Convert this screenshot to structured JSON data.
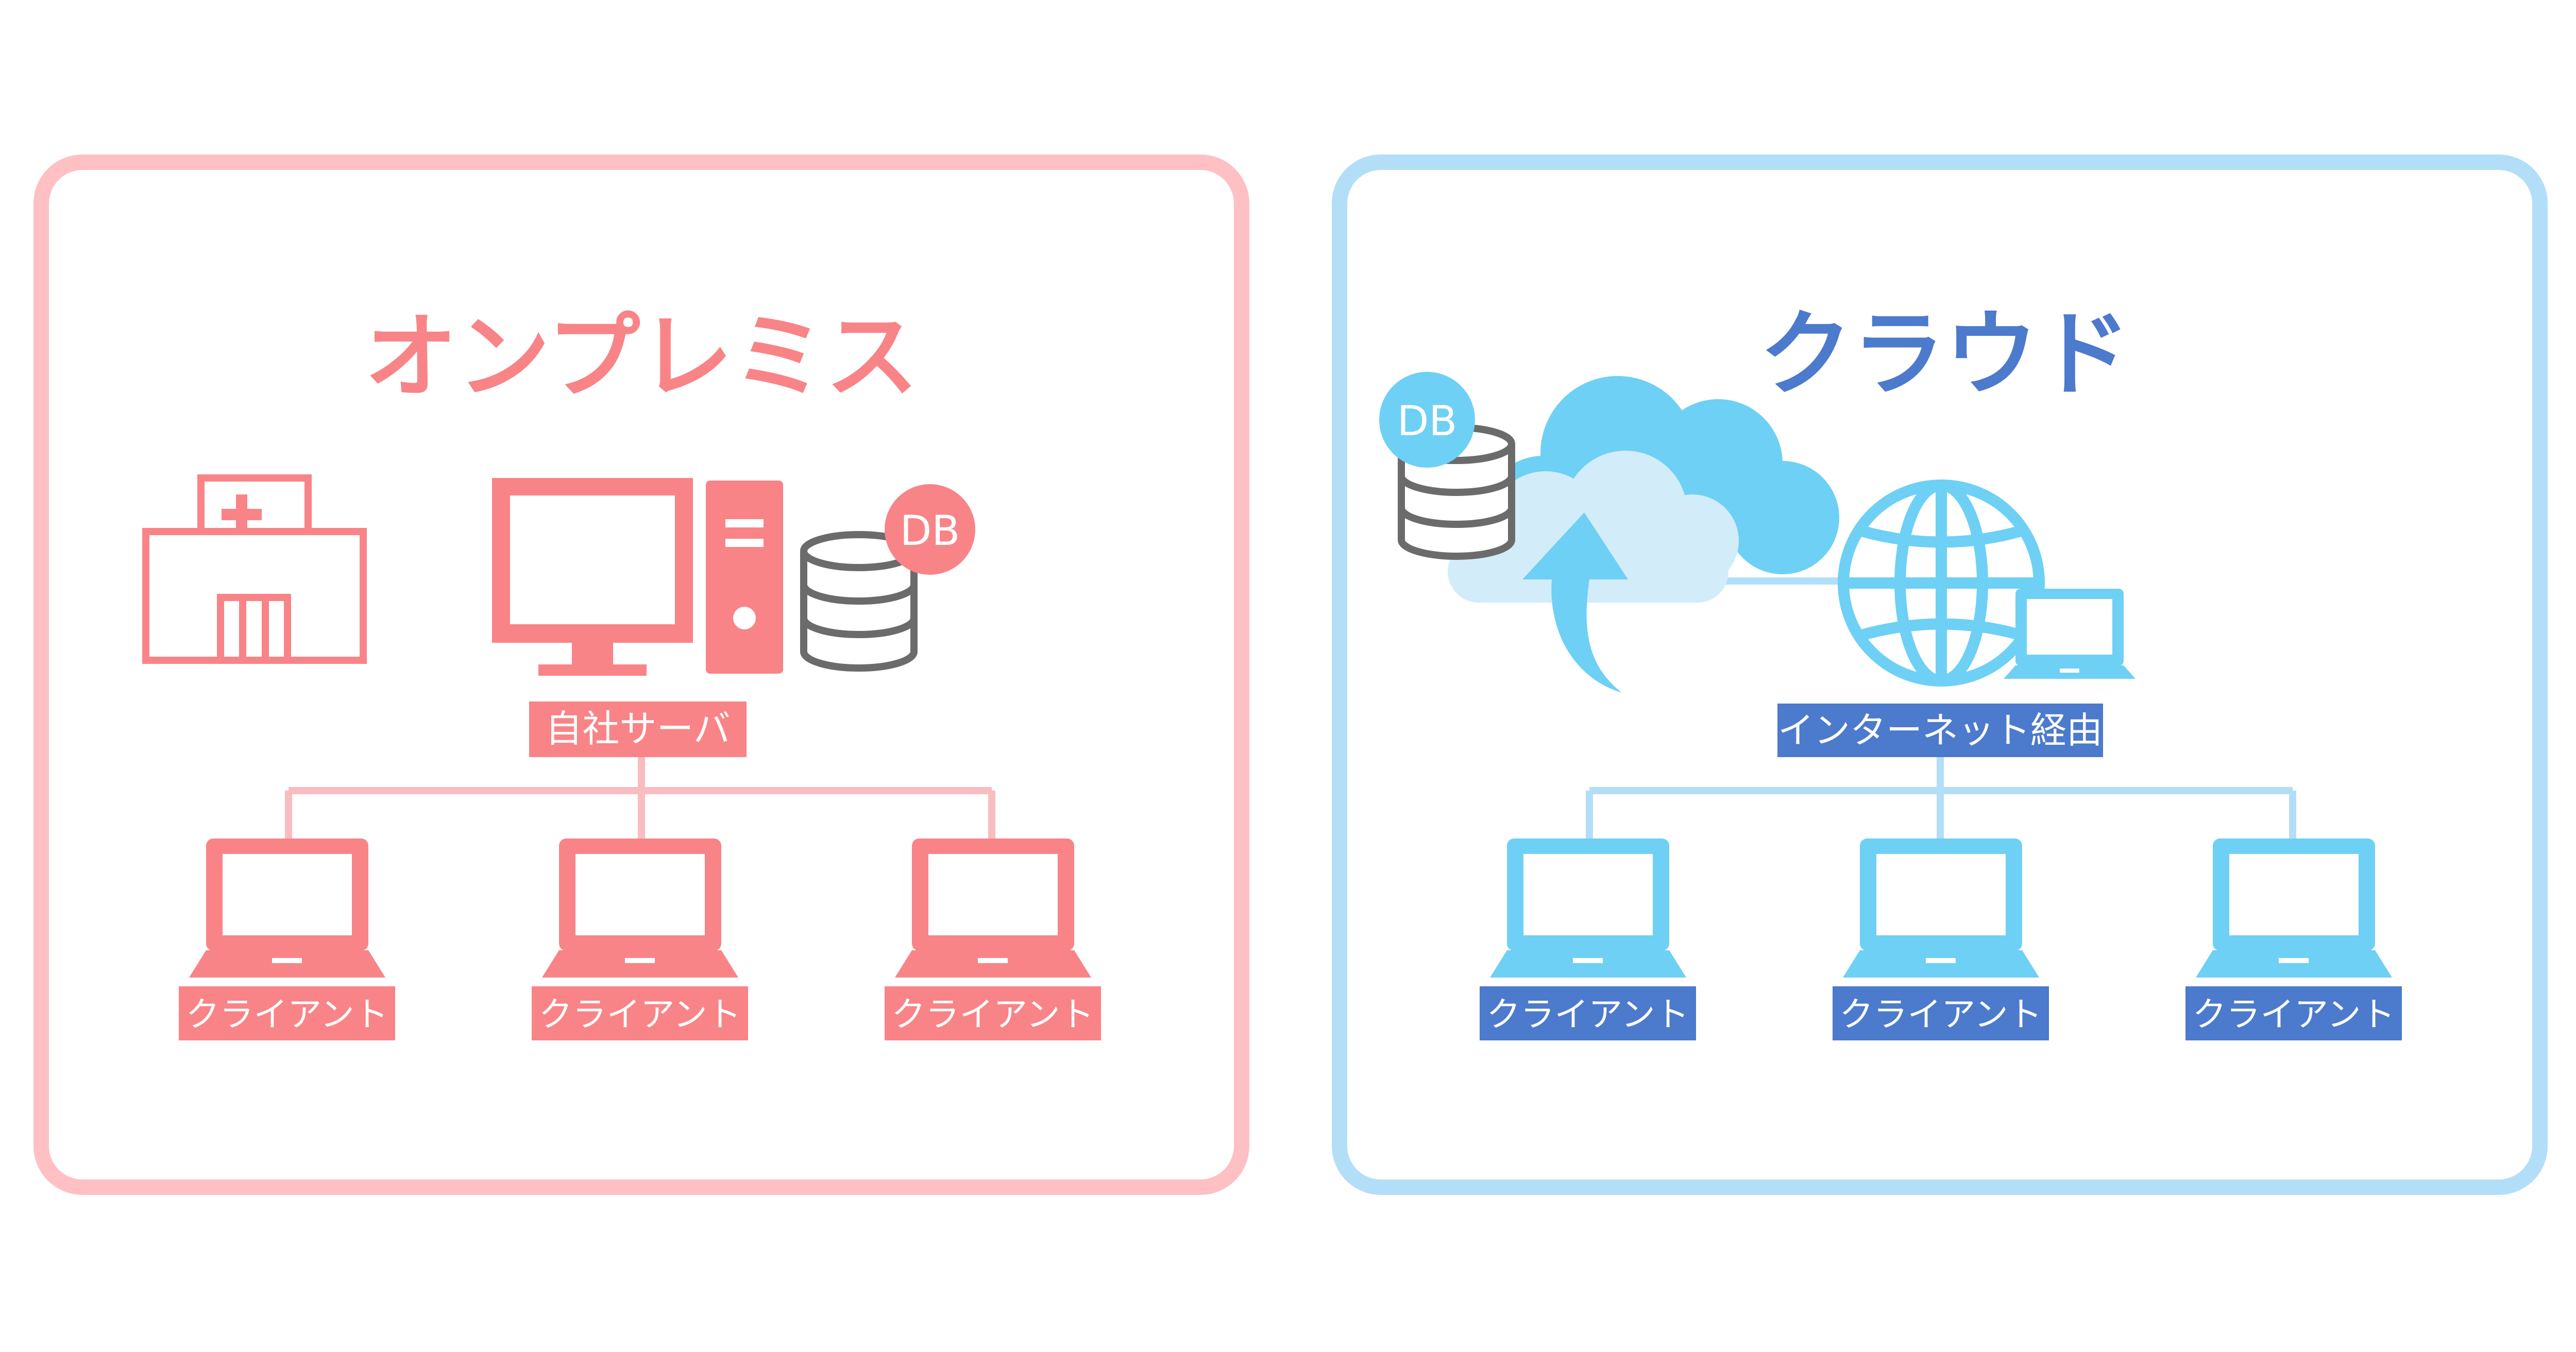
{
  "colors": {
    "onprem_frame": "#FEC0C3",
    "onprem_icon": "#F88487",
    "onprem_line": "#F9BCC0",
    "cloud_frame": "#B3DEF8",
    "cloud_icon": "#6ED0F4",
    "cloud_light": "#D3ECFA",
    "cloud_label": "#4C7ACC",
    "db_gray": "#6B6B6B",
    "white": "#FFFFFF"
  },
  "onprem": {
    "title": "オンプレミス",
    "db_badge": "DB",
    "server_label": "自社サーバ",
    "clients": [
      "クライアント",
      "クライアント",
      "クライアント"
    ],
    "icons": [
      "hospital-icon",
      "monitor-icon",
      "server-tower-icon",
      "database-icon",
      "laptop-icon"
    ]
  },
  "cloud": {
    "title": "クラウド",
    "db_badge": "DB",
    "internet_label": "インターネット経由",
    "clients": [
      "クライアント",
      "クライアント",
      "クライアント"
    ],
    "icons": [
      "cloud-icon",
      "upload-arrow-icon",
      "database-icon",
      "globe-icon",
      "laptop-icon"
    ]
  }
}
